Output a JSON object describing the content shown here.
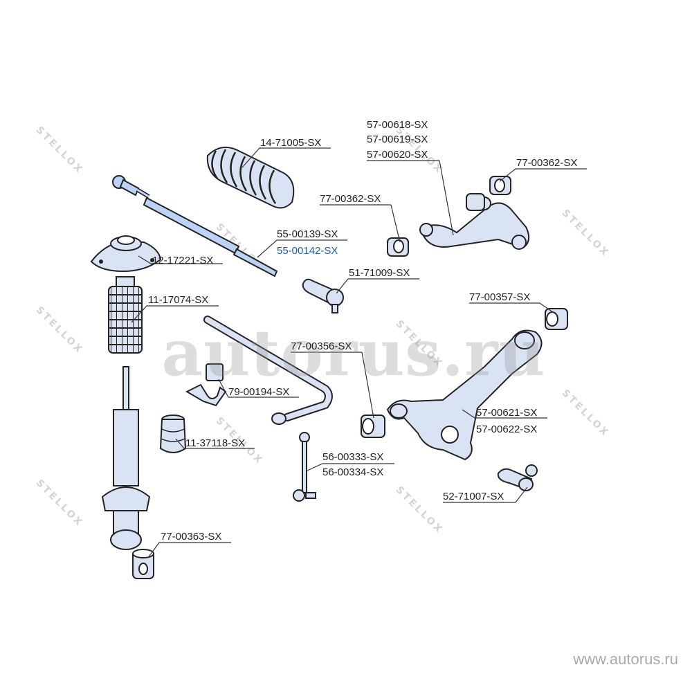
{
  "watermark": {
    "main_text": "autorus.ru",
    "brand": "STELLOX"
  },
  "site_url": "www.autorus.ru",
  "labels": {
    "p14_71005": "14-71005-SX",
    "p57_00618": "57-00618-SX",
    "p57_00619": "57-00619-SX",
    "p57_00620": "57-00620-SX",
    "p77_00362_right": "77-00362-SX",
    "p77_00362_left": "77-00362-SX",
    "p55_00139": "55-00139-SX",
    "p55_00142": "55-00142-SX",
    "p12_17221": "12-17221-SX",
    "p51_71009": "51-71009-SX",
    "p11_17074": "11-17074-SX",
    "p77_00357": "77-00357-SX",
    "p77_00356": "77-00356-SX",
    "p79_00194": "79-00194-SX",
    "p57_00621": "57-00621-SX",
    "p57_00622": "57-00622-SX",
    "p11_37118": "11-37118-SX",
    "p56_00333": "56-00333-SX",
    "p56_00334": "56-00334-SX",
    "p52_71007": "52-71007-SX",
    "p77_00363": "77-00363-SX"
  },
  "colors": {
    "part_fill": "#d9e3f4",
    "part_stroke": "#222222",
    "leader": "#333333",
    "highlight_label": "#1f5da8",
    "highlight_part": "#bcd3f5"
  }
}
